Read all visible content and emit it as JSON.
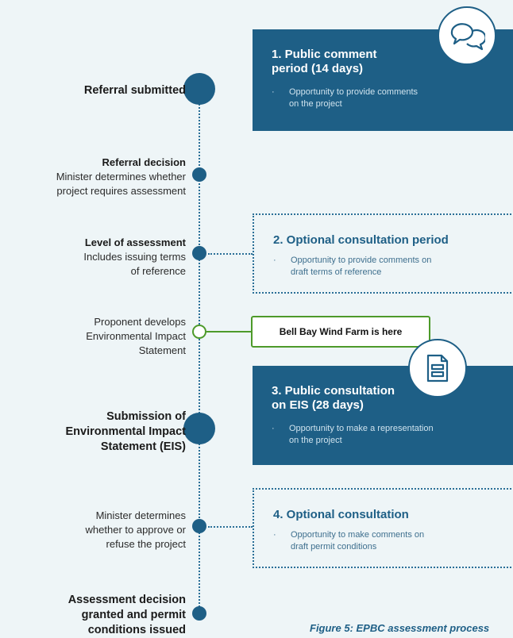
{
  "stages": [
    {
      "title": "Referral submitted",
      "desc": ""
    },
    {
      "title": "Referral decision",
      "desc": [
        "Minister determines whether",
        "project requires assessment"
      ]
    },
    {
      "title": "Level of assessment",
      "desc": [
        "Includes issuing terms",
        "of reference"
      ]
    },
    {
      "title": "",
      "desc": [
        "Proponent develops",
        "Environmental Impact",
        "Statement"
      ]
    },
    {
      "title": [
        "Submission of",
        "Environmental Impact",
        "Statement (EIS)"
      ],
      "desc": ""
    },
    {
      "title": "",
      "desc": [
        "Minister determines",
        "whether to approve or",
        "refuse the project"
      ]
    },
    {
      "title": [
        "Assessment decision",
        "granted and permit",
        "conditions issued"
      ],
      "desc": ""
    }
  ],
  "consultations": [
    {
      "title_lines": [
        "1. Public comment",
        "period (14 days)"
      ],
      "bullet": "·",
      "item_lines": [
        "Opportunity to provide comments",
        "on the project"
      ],
      "style": "solid",
      "icon": "speech-bubbles-icon"
    },
    {
      "title_lines": [
        "2. Optional consultation period"
      ],
      "bullet": "·",
      "item_lines": [
        "Opportunity to provide comments on",
        "draft terms of reference"
      ],
      "style": "dotted"
    },
    {
      "title_lines": [
        "3. Public consultation",
        "on EIS (28 days)"
      ],
      "bullet": "·",
      "item_lines": [
        "Opportunity to make a representation",
        "on the project"
      ],
      "style": "solid",
      "icon": "document-icon"
    },
    {
      "title_lines": [
        "4. Optional consultation"
      ],
      "bullet": "·",
      "item_lines": [
        "Opportunity to make comments on",
        "draft permit conditions"
      ],
      "style": "dotted"
    }
  ],
  "callout": {
    "label": "Bell Bay Wind Farm is here"
  },
  "caption": "Figure 5: EPBC assessment process",
  "colors": {
    "primary": "#1e5f86",
    "highlight": "#4d9a2a",
    "background": "#eef5f7"
  }
}
